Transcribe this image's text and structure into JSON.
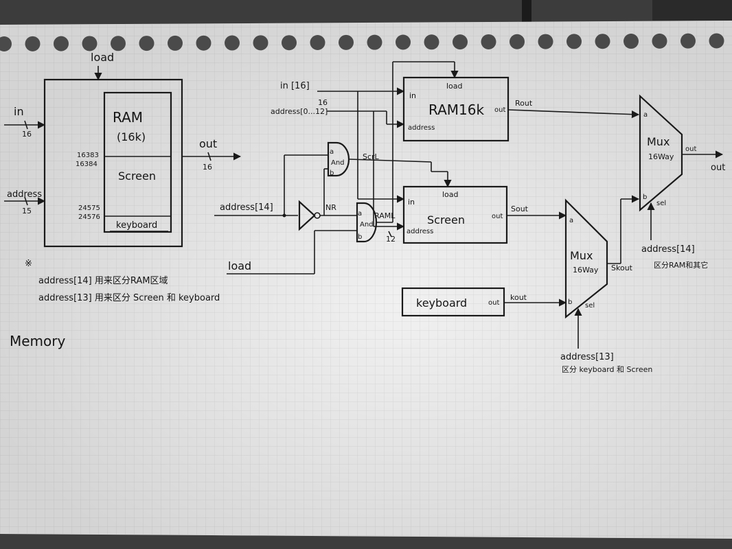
{
  "title": "Memory",
  "overview": {
    "load": "load",
    "in": "in",
    "in_width": "16",
    "address": "address",
    "address_width": "15",
    "ram": "RAM",
    "ram_size": "(16k)",
    "screen": "Screen",
    "keyboard": "keyboard",
    "addr_16383": "16383",
    "addr_16384": "16384",
    "addr_24575": "24575",
    "addr_24576": "24576",
    "out": "out",
    "out_width": "16"
  },
  "notes": {
    "mark": "※",
    "line1": "address[14] 用来区分RAM区域",
    "line2": "address[13] 用来区分 Screen 和 keyboard"
  },
  "circuit": {
    "in_bus": "in [16]",
    "in_bus_width": "16",
    "address_bus": "address[0...12]",
    "address14": "address[14]",
    "load": "load",
    "and_top": {
      "a": "a",
      "b": "b",
      "label": "And"
    },
    "and_bottom": {
      "a": "a",
      "b": "b",
      "label": "And"
    },
    "nr": "NR",
    "scrl": "ScrL",
    "raml": "RAML",
    "width_12": "12",
    "ram16k": {
      "name": "RAM16k",
      "in": "in",
      "load": "load",
      "address": "address",
      "out": "out"
    },
    "screen": {
      "name": "Screen",
      "in": "in",
      "load": "load",
      "address": "address",
      "out": "out"
    },
    "keyboard": {
      "name": "keyboard",
      "out": "out"
    },
    "rout": "Rout",
    "sout": "Sout",
    "kout": "kout",
    "skout": "Skout",
    "mux_lower": {
      "line1": "Mux",
      "line2": "16Way",
      "a": "a",
      "b": "b",
      "sel": "sel"
    },
    "mux_upper": {
      "line1": "Mux",
      "line2": "16Way",
      "a": "a",
      "b": "b",
      "sel": "sel",
      "out": "out"
    },
    "final_out": "out",
    "sel13": "address[13]",
    "sel13_note": "区分 keyboard 和 Screen",
    "sel14": "address[14]",
    "sel14_note": "区分RAM和其它"
  },
  "colors": {
    "paper": "#f1f1f1",
    "ink": "#1a1a1a",
    "grid": "#d6d6d6"
  }
}
